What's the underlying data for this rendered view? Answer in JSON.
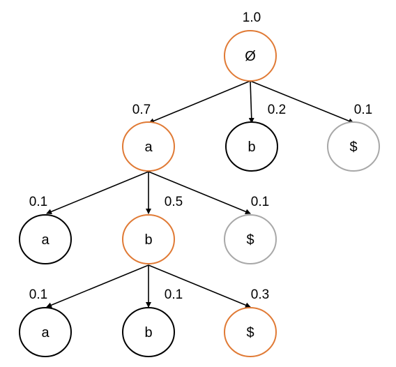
{
  "colors": {
    "selected": "#e07a35",
    "default": "#000000",
    "terminal": "#a8a8a8",
    "edge": "#000000"
  },
  "tree": {
    "root": {
      "label": "Ø",
      "prob": "1.0",
      "style": "selected"
    },
    "level1": [
      {
        "label": "a",
        "prob": "0.7",
        "style": "selected"
      },
      {
        "label": "b",
        "prob": "0.2",
        "style": "default"
      },
      {
        "label": "$",
        "prob": "0.1",
        "style": "terminal"
      }
    ],
    "level2": [
      {
        "label": "a",
        "prob": "0.1",
        "style": "default"
      },
      {
        "label": "b",
        "prob": "0.5",
        "style": "selected"
      },
      {
        "label": "$",
        "prob": "0.1",
        "style": "terminal"
      }
    ],
    "level3": [
      {
        "label": "a",
        "prob": "0.1",
        "style": "default"
      },
      {
        "label": "b",
        "prob": "0.1",
        "style": "default"
      },
      {
        "label": "$",
        "prob": "0.3",
        "style": "selected"
      }
    ]
  }
}
